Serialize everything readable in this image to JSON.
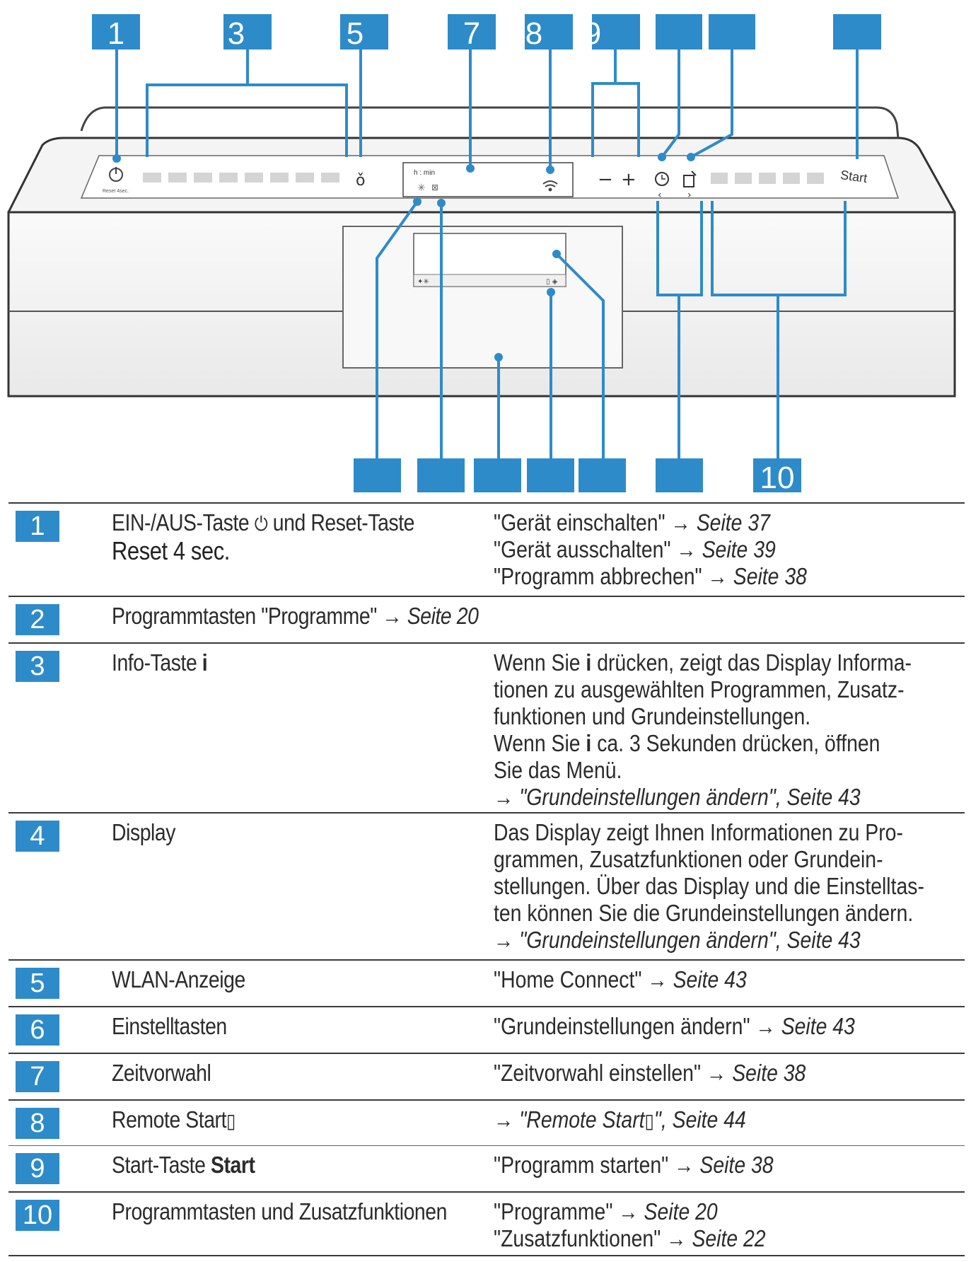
{
  "callouts_top": [
    "1",
    "3",
    "5",
    "7",
    "8",
    "9",
    "",
    "",
    ""
  ],
  "callouts_bottom": [
    "",
    "",
    "",
    "",
    "",
    "",
    "10"
  ],
  "panel": {
    "reset_label": "Reset 4sec.",
    "timer_label": "h : min",
    "start_label": "Start"
  },
  "legend": [
    {
      "num": "1",
      "label": "EIN-/AUS-Taste",
      "label_icon": "⏻",
      "label_rest": "und Reset-Taste",
      "sub": "Reset 4 sec.",
      "desc": [
        "\"Gerät einschalten\" → ",
        "Seite 37",
        "\"Gerät ausschalten\" → ",
        "Seite 39",
        "\"Programm abbrechen\" → ",
        "Seite 38"
      ]
    },
    {
      "num": "2",
      "label": "Programmtasten \"Programme\" → ",
      "label_em": "Seite 20"
    },
    {
      "num": "3",
      "label": "Info-Taste",
      "label_icon": "i",
      "desc_lines": [
        "Wenn Sie ",
        "drücken, zeigt das Display Informa-",
        "tionen zu ausgewählten Programmen, Zusatz-",
        "funktionen und Grundeinstellungen.",
        "Wenn Sie ",
        "ca. 3 Sekunden drücken, öffnen",
        "Sie das Menü.",
        "→ ",
        "\"Grundeinstellungen ändern\", Seite 43"
      ]
    },
    {
      "num": "4",
      "label": "Display",
      "desc_lines": [
        "Das Display zeigt Ihnen Informationen zu Pro-",
        "grammen, Zusatzfunktionen oder Grundein-",
        "stellungen. Über das Display und die Einstelltas-",
        "ten können Sie die Grundeinstellungen ändern.",
        "→ ",
        "\"Grundeinstellungen ändern\", Seite 43"
      ]
    },
    {
      "num": "5",
      "label": "WLAN-Anzeige",
      "desc_a": "\"Home Connect\" → ",
      "desc_em": "Seite 43"
    },
    {
      "num": "6",
      "label": "Einstelltasten",
      "desc_a": "\"Grundeinstellungen ändern\" → ",
      "desc_em": "Seite 43"
    },
    {
      "num": "7",
      "label": "Zeitvorwahl",
      "desc_a": "\"Zeitvorwahl einstellen\" → ",
      "desc_em": "Seite 38"
    },
    {
      "num": "8",
      "label": "Remote Start",
      "desc_a": "→ ",
      "desc_em": "\"Remote Start",
      "desc_em2": "\", Seite 44"
    },
    {
      "num": "9",
      "label": "Start-Taste",
      "label_bold": "Start",
      "desc_a": "\"Programm starten\" → ",
      "desc_em": "Seite 38"
    },
    {
      "num": "10",
      "label": "Programmtasten und Zusatzfunktionen",
      "desc": [
        "\"Programme\" → ",
        "Seite 20",
        "\"Zusatzfunktionen\" → ",
        "Seite 22"
      ]
    }
  ]
}
